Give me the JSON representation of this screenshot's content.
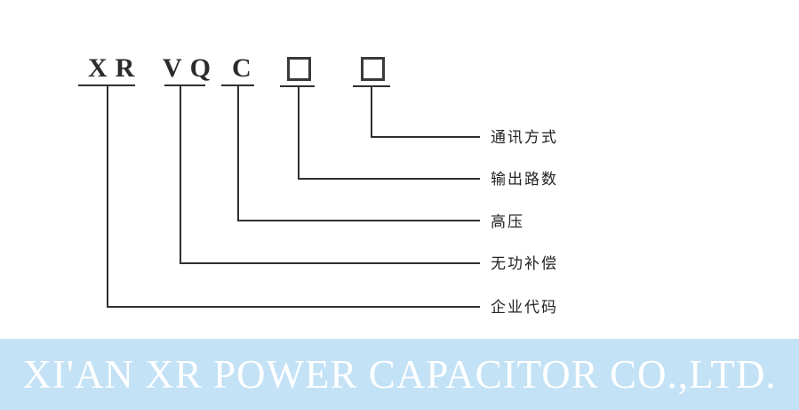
{
  "diagram": {
    "title_meaning": "model code legend",
    "code_parts": [
      {
        "text": "XR",
        "type": "text"
      },
      {
        "text": "VQ",
        "type": "text"
      },
      {
        "text": "C",
        "type": "text"
      },
      {
        "text": "",
        "type": "box"
      },
      {
        "text": "",
        "type": "box"
      }
    ],
    "branch_labels": [
      {
        "text": "通讯方式"
      },
      {
        "text": "输出路数"
      },
      {
        "text": "高压"
      },
      {
        "text": "无功补偿"
      },
      {
        "text": "企业代码"
      }
    ]
  },
  "banner": {
    "company_name": "XI'AN XR POWER CAPACITOR CO.,LTD."
  },
  "colors": {
    "line": "#2f2f2f",
    "code_text": "#2b2b2b",
    "label_text": "#242424",
    "banner_bg": "#c4e2f6",
    "banner_text": "#ffffff"
  }
}
